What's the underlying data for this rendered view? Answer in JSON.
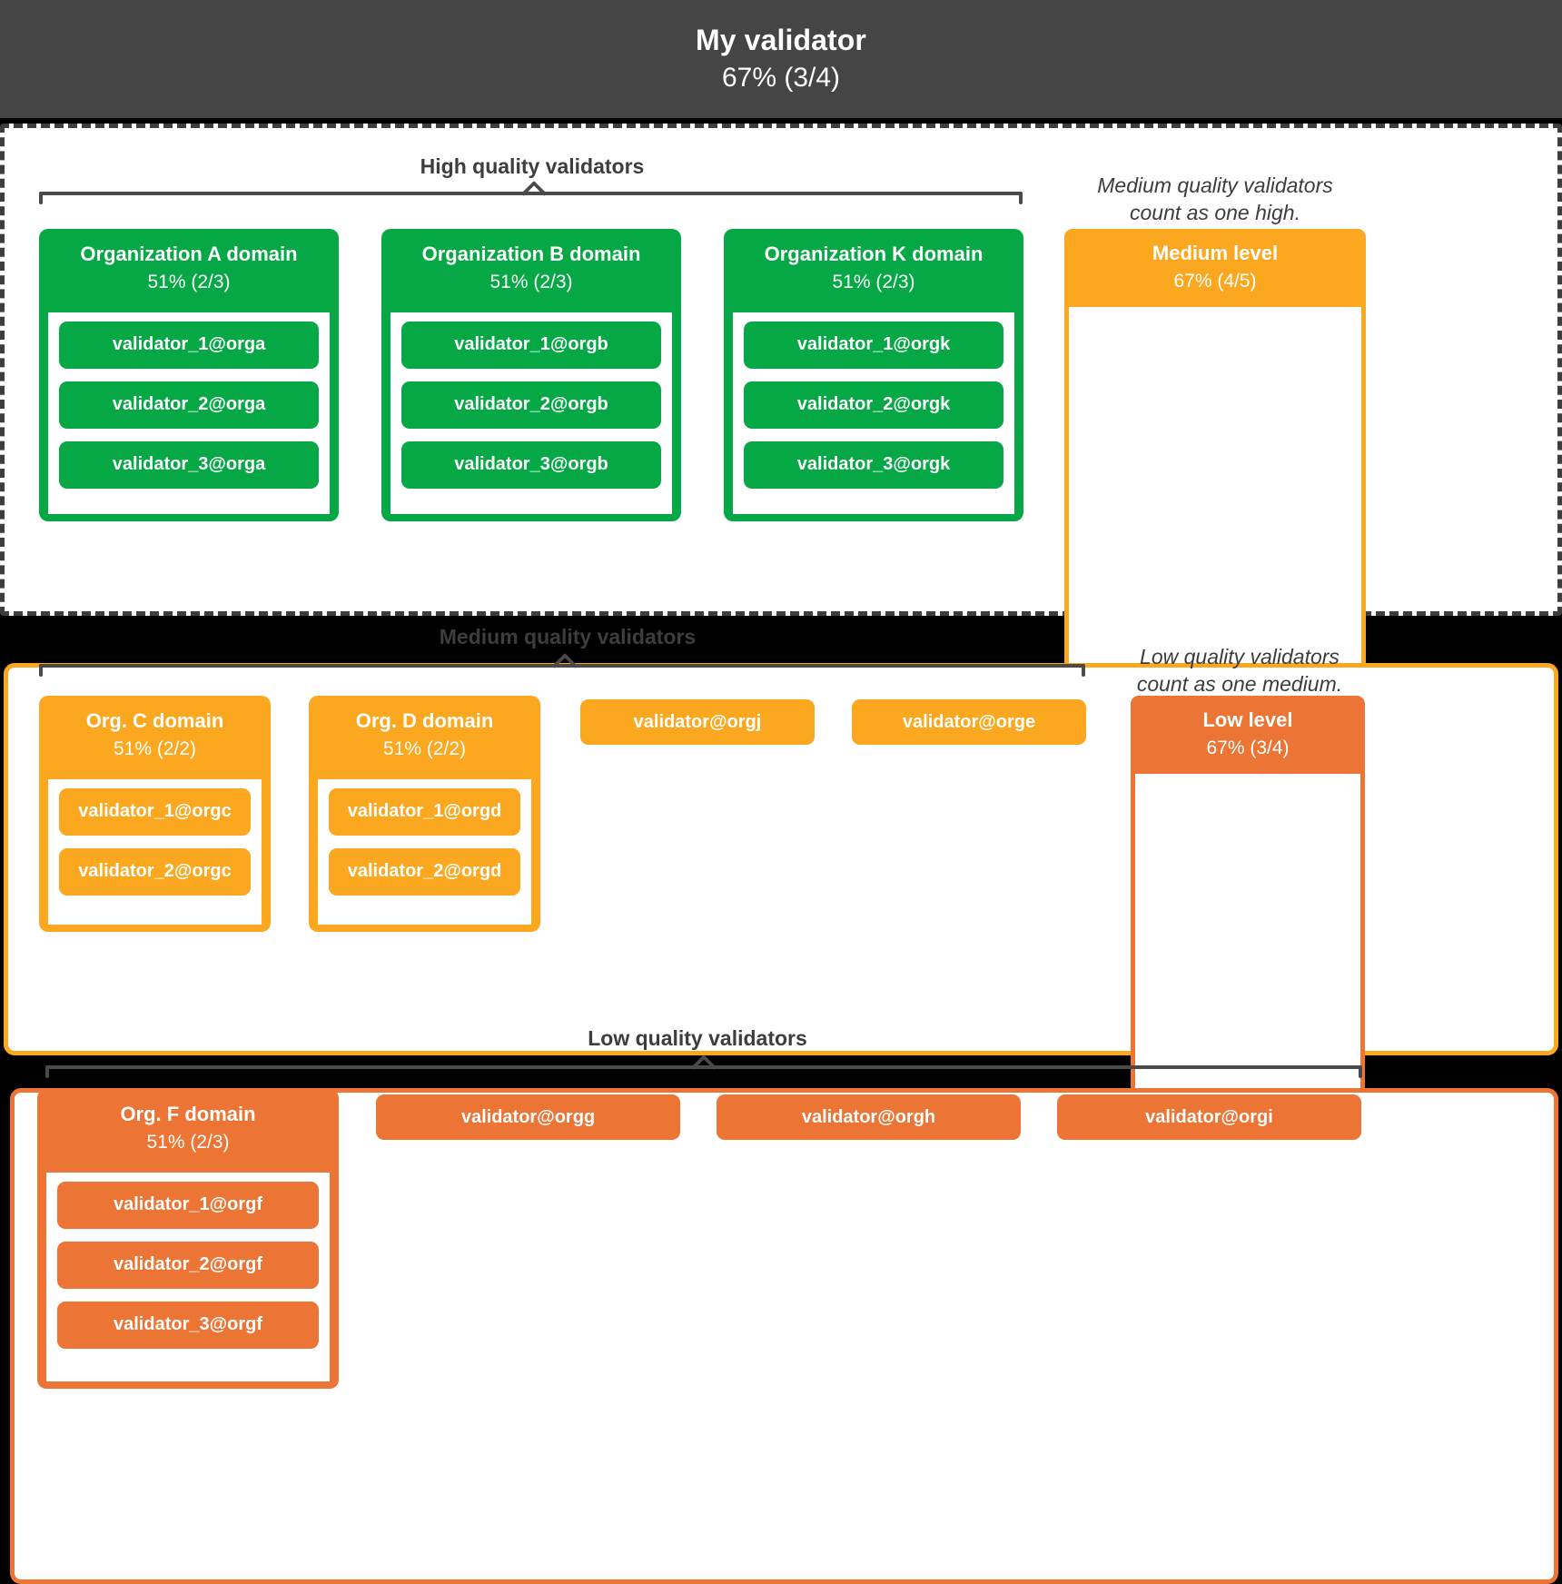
{
  "header": {
    "title": "My validator",
    "percent": "67% (3/4)"
  },
  "colors": {
    "high": "#06A846",
    "medium": "#FBA71F",
    "low": "#EC7434",
    "header_bg": "#454545",
    "text_dark": "#3d3d3d"
  },
  "sections": {
    "high": {
      "caption": "High quality validators",
      "note": "Medium quality validators\ncount as one high.",
      "note_line1": "Medium quality validators",
      "note_line2": "count as one high.",
      "orgs": [
        {
          "name": "Organization A domain",
          "percent": "51% (2/3)",
          "validators": [
            "validator_1@orga",
            "validator_2@orga",
            "validator_3@orga"
          ]
        },
        {
          "name": "Organization B domain",
          "percent": "51% (2/3)",
          "validators": [
            "validator_1@orgb",
            "validator_2@orgb",
            "validator_3@orgb"
          ]
        },
        {
          "name": "Organization K domain",
          "percent": "51% (2/3)",
          "validators": [
            "validator_1@orgk",
            "validator_2@orgk",
            "validator_3@orgk"
          ]
        }
      ],
      "level_box": {
        "name": "Medium level",
        "percent": "67% (4/5)"
      }
    },
    "medium": {
      "caption": "Medium quality validators",
      "note_line1": "Low quality validators",
      "note_line2": "count as one medium.",
      "orgs": [
        {
          "name": "Org. C domain",
          "percent": "51% (2/2)",
          "validators": [
            "validator_1@orgc",
            "validator_2@orgc"
          ]
        },
        {
          "name": "Org. D domain",
          "percent": "51% (2/2)",
          "validators": [
            "validator_1@orgd",
            "validator_2@orgd"
          ]
        }
      ],
      "standalone": [
        "validator@orgj",
        "validator@orge"
      ],
      "level_box": {
        "name": "Low level",
        "percent": "67% (3/4)"
      }
    },
    "low": {
      "caption": "Low quality validators",
      "orgs": [
        {
          "name": "Org. F domain",
          "percent": "51% (2/3)",
          "validators": [
            "validator_1@orgf",
            "validator_2@orgf",
            "validator_3@orgf"
          ]
        }
      ],
      "standalone": [
        "validator@orgg",
        "validator@orgh",
        "validator@orgi"
      ]
    }
  }
}
